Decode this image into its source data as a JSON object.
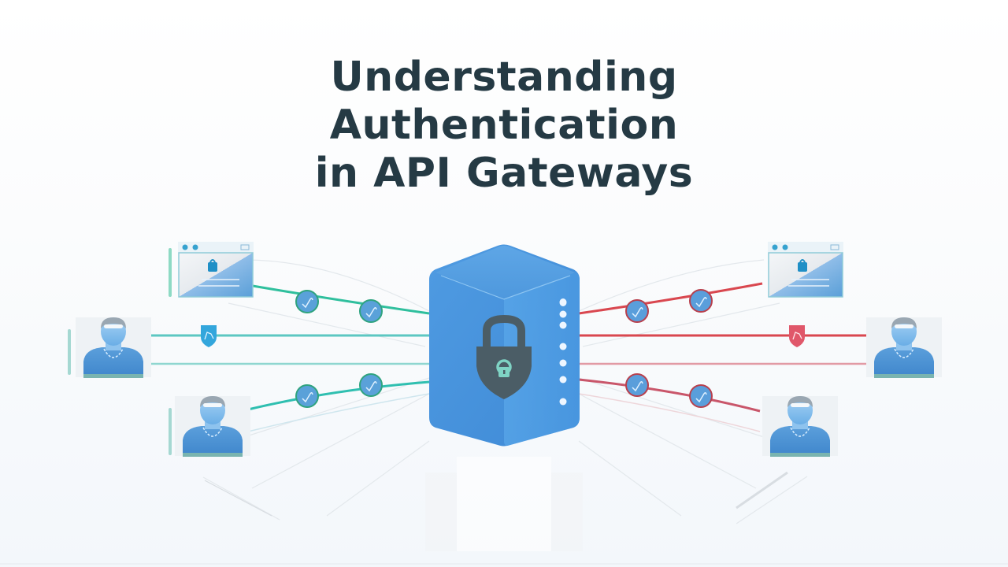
{
  "title": {
    "line1": "Understanding",
    "line2": "Authentication",
    "line3": "in API Gateways"
  },
  "colors": {
    "title_text": "#253a44",
    "gateway_blue": "#4a98e0",
    "lock_dark": "#4b5d66",
    "lock_keyhole": "#7fd3c4",
    "client_side_line": "#2fbf9d",
    "service_side_line": "#d9474f",
    "badge_blue": "#5a9fd8",
    "background": "#f7f9fb"
  },
  "diagram": {
    "center": {
      "label": "api-gateway-server",
      "icon": "shield-lock-icon",
      "indicator_dots": 7
    },
    "left_nodes": [
      {
        "type": "browser-window",
        "icon": "lock-icon"
      },
      {
        "type": "user",
        "icon": "user-icon"
      },
      {
        "type": "user",
        "icon": "user-icon"
      }
    ],
    "right_nodes": [
      {
        "type": "browser-window",
        "icon": "lock-icon"
      },
      {
        "type": "user",
        "icon": "user-icon"
      },
      {
        "type": "user",
        "icon": "user-icon"
      }
    ],
    "left_badges": [
      "check-badge",
      "check-badge",
      "shield-badge",
      "check-badge",
      "check-badge"
    ],
    "right_badges": [
      "check-badge",
      "check-badge",
      "shield-badge",
      "check-badge",
      "check-badge"
    ]
  }
}
